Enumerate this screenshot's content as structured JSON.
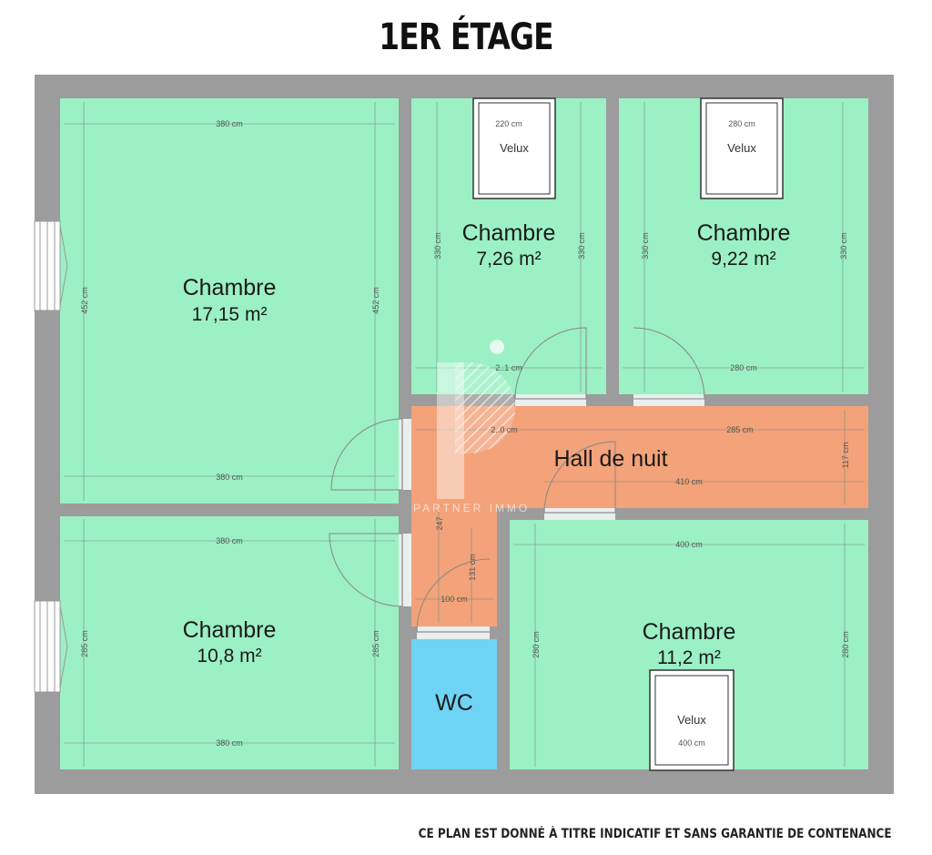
{
  "header": {
    "title": "1ER ÉTAGE"
  },
  "footer": {
    "disclaimer": "CE PLAN EST DONNÉ À TITRE INDICATIF ET SANS GARANTIE DE CONTENANCE"
  },
  "colors": {
    "wall": "#9c9c9c",
    "room": "#9bf0c4",
    "hall": "#f3a27a",
    "wc": "#6fd3f5"
  },
  "rooms": [
    {
      "name": "Chambre",
      "area": "17,15 m²"
    },
    {
      "name": "Chambre",
      "area": "7,26 m²"
    },
    {
      "name": "Chambre",
      "area": "9,22 m²"
    },
    {
      "name": "Hall de nuit",
      "area": ""
    },
    {
      "name": "Chambre",
      "area": "10,8 m²"
    },
    {
      "name": "WC",
      "area": ""
    },
    {
      "name": "Chambre",
      "area": "11,2 m²"
    }
  ],
  "velux": {
    "label": "Velux"
  },
  "watermark": {
    "text": "PARTNER IMMO"
  },
  "dimensions": {
    "ch1_top": "380 cm",
    "ch1_bottom": "380 cm",
    "ch1_left": "452 cm",
    "ch1_right": "452 cm",
    "ch2_velux": "220 cm",
    "ch2_bottom": "2..1 cm",
    "ch2_left": "330 cm",
    "ch2_right": "330 cm",
    "ch3_velux": "280 cm",
    "ch3_bottom": "280 cm",
    "ch3_left": "330 cm",
    "ch3_right": "330 cm",
    "hall_top_left": "2..0 cm",
    "hall_top_right": "285 cm",
    "hall_bottom": "410 cm",
    "hall_right": "117 cm",
    "hall_v": "247",
    "hall_small_v": "131 cm",
    "hall_small_h": "100 cm",
    "ch4_top": "380 cm",
    "ch4_bottom": "380 cm",
    "ch4_left": "285 cm",
    "ch4_right": "285 cm",
    "ch5_top": "400 cm",
    "ch5_velux": "400 cm",
    "ch5_left": "280 cm",
    "ch5_right": "280 cm"
  }
}
